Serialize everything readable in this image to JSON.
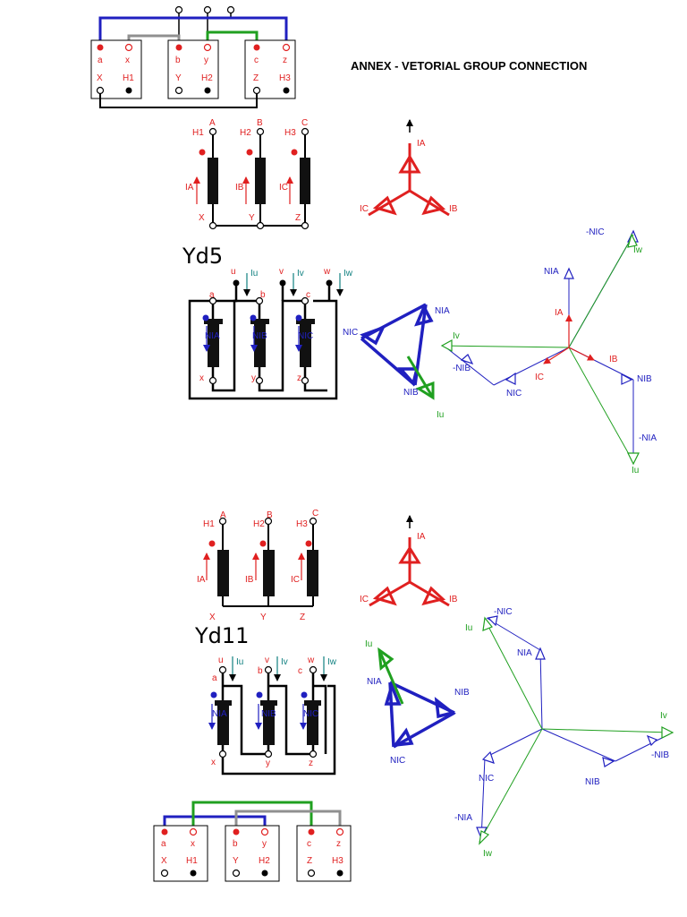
{
  "title": "ANNEX - VETORIAL GROUP CONNECTION",
  "colors": {
    "primary": "#e02020",
    "secondary": "#2020c0",
    "output_current": "#20a020",
    "line_current": "#108080",
    "jumper_gray": "#909090",
    "winding": "#000000"
  },
  "top_terminal_board": {
    "row1": [
      "a",
      "x",
      "b",
      "y",
      "c",
      "z"
    ],
    "row2": [
      "X",
      "H1",
      "Y",
      "H2",
      "Z",
      "H3"
    ]
  },
  "bottom_terminal_board": {
    "row1": [
      "a",
      "x",
      "b",
      "y",
      "c",
      "z"
    ],
    "row2": [
      "X",
      "H1",
      "Y",
      "H2",
      "Z",
      "H3"
    ]
  },
  "groups": [
    {
      "name": "Yd5",
      "primary": {
        "phase_labels": [
          "A",
          "B",
          "C"
        ],
        "terminal_labels": [
          "H1",
          "H2",
          "H3"
        ],
        "currents": [
          "IA",
          "IB",
          "IC"
        ],
        "neutral_labels": [
          "X",
          "Y",
          "Z"
        ]
      },
      "secondary": {
        "line_labels": [
          "u",
          "v",
          "w"
        ],
        "line_currents": [
          "Iu",
          "Iv",
          "Iw"
        ],
        "phase_labels": [
          "a",
          "b",
          "c"
        ],
        "winding_currents": [
          "NIA",
          "NIB",
          "NIC"
        ],
        "end_labels": [
          "x",
          "y",
          "z"
        ]
      },
      "primary_star": [
        "IA",
        "IB",
        "IC"
      ],
      "delta_triangle": [
        "NIA",
        "NIB",
        "NIC",
        "Iu"
      ],
      "phasor": {
        "primary": [
          "IA",
          "IB",
          "IC"
        ],
        "secondary_pos": [
          "NIA",
          "NIB",
          "NIC"
        ],
        "secondary_neg": [
          "-NIA",
          "-NIB",
          "-NIC"
        ],
        "line": [
          "Iu",
          "Iv",
          "Iw"
        ]
      }
    },
    {
      "name": "Yd11",
      "primary": {
        "phase_labels": [
          "A",
          "B",
          "C"
        ],
        "terminal_labels": [
          "H1",
          "H2",
          "H3"
        ],
        "currents": [
          "IA",
          "IB",
          "IC"
        ],
        "neutral_labels": [
          "X",
          "Y",
          "Z"
        ]
      },
      "secondary": {
        "line_labels": [
          "u",
          "v",
          "w"
        ],
        "line_currents": [
          "Iu",
          "Iv",
          "Iw"
        ],
        "phase_labels": [
          "a",
          "b",
          "c"
        ],
        "winding_currents": [
          "NIA",
          "NIB",
          "NIC"
        ],
        "end_labels": [
          "x",
          "y",
          "z"
        ]
      },
      "primary_star": [
        "IA",
        "IB",
        "IC"
      ],
      "delta_triangle": [
        "Iu",
        "NIA",
        "NIB",
        "NIC"
      ],
      "phasor": {
        "secondary_pos": [
          "NIA",
          "NIB",
          "NIC"
        ],
        "secondary_neg": [
          "-NIA",
          "-NIB",
          "-NIC"
        ],
        "line": [
          "Iu",
          "Iv",
          "Iw"
        ]
      }
    }
  ]
}
